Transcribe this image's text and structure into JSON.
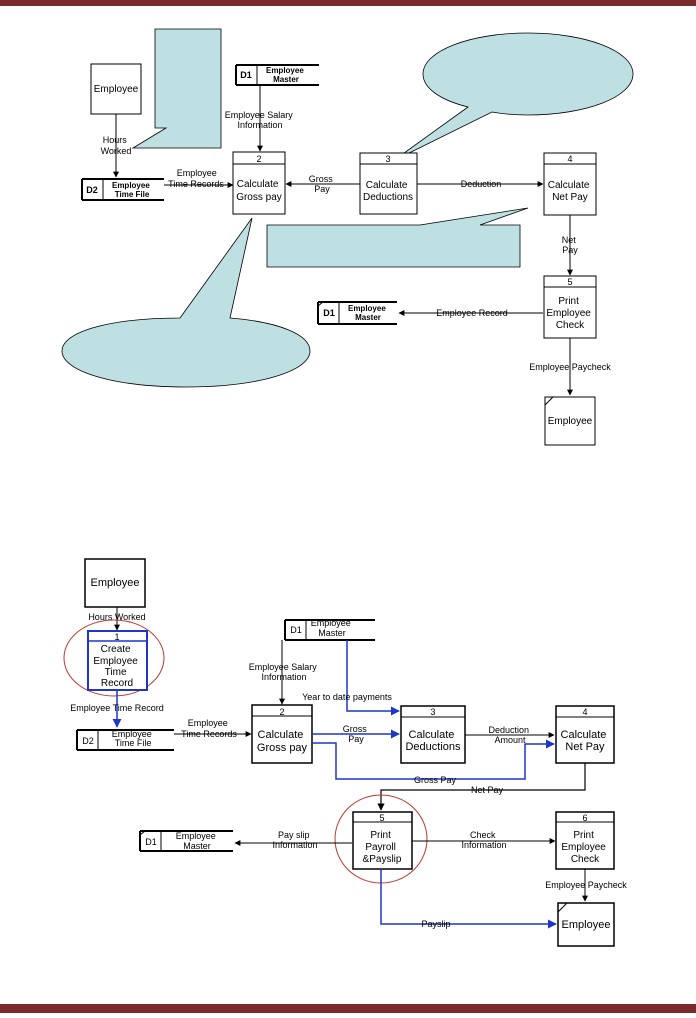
{
  "colors": {
    "page_bar": "#7a2a2a",
    "callout_fill": "#bee0e3",
    "flow_blue": "#1f36c9",
    "highlight_red": "#c0392b"
  },
  "top": {
    "employee_entity": "Employee",
    "hours_worked": [
      "Hours",
      "Worked"
    ],
    "d1_id": "D1",
    "d1_name": [
      "Employee",
      "Master"
    ],
    "salary_info": [
      "Employee Salary",
      "Information"
    ],
    "d2_id": "D2",
    "d2_name": [
      "Employee",
      "Time File"
    ],
    "time_records": [
      "Employee",
      "Time Records"
    ],
    "p2": {
      "num": "2",
      "name": [
        "Calculate",
        "Gross pay"
      ]
    },
    "gross_pay": [
      "Gross",
      "Pay"
    ],
    "p3": {
      "num": "3",
      "name": [
        "Calculate",
        "Deductions"
      ]
    },
    "deduction": "Deduction",
    "p4": {
      "num": "4",
      "name": [
        "Calculate",
        "Net Pay"
      ]
    },
    "net_pay": [
      "Net",
      "Pay"
    ],
    "p5": {
      "num": "5",
      "name": [
        "Print",
        "Employee",
        "Check"
      ]
    },
    "d1b_id": "D1",
    "d1b_name": [
      "Employee",
      "Master"
    ],
    "employee_record": "Employee Record",
    "employee_paycheck": "Employee Paycheck",
    "employee_entity_2": "Employee"
  },
  "bottom": {
    "employee_entity": "Employee",
    "hours_worked": "Hours Worked",
    "p1": {
      "num": "1",
      "name": [
        "Create",
        "Employee",
        "Time",
        "Record"
      ]
    },
    "employee_time_record": "Employee Time Record",
    "d2_id": "D2",
    "d2_name": [
      "Employee",
      "Time File"
    ],
    "time_records": [
      "Employee",
      "Time Records"
    ],
    "d1_id": "D1",
    "d1_name": [
      "Employee",
      "Master"
    ],
    "salary_info": [
      "Employee Salary",
      "Information"
    ],
    "ytd_payments": "Year to date payments",
    "p2": {
      "num": "2",
      "name": [
        "Calculate",
        "Gross pay"
      ]
    },
    "gross_pay": [
      "Gross",
      "Pay"
    ],
    "p3": {
      "num": "3",
      "name": [
        "Calculate",
        "Deductions"
      ]
    },
    "deduction_amount": [
      "Deduction",
      "Amount"
    ],
    "p4": {
      "num": "4",
      "name": [
        "Calculate",
        "Net Pay"
      ]
    },
    "gross_pay_long": "Gross Pay",
    "net_pay": "Net  Pay",
    "p5": {
      "num": "5",
      "name": [
        "Print",
        "Payroll",
        "&Payslip"
      ]
    },
    "pay_slip_info": [
      "Pay slip",
      "Information"
    ],
    "d1b_id": "D1",
    "d1b_name": [
      "Employee",
      "Master"
    ],
    "check_info": [
      "Check",
      "Information"
    ],
    "p6": {
      "num": "6",
      "name": [
        "Print",
        "Employee",
        "Check"
      ]
    },
    "employee_paycheck": "Employee Paycheck",
    "payslip": "Payslip",
    "employee_entity_2": "Employee"
  }
}
